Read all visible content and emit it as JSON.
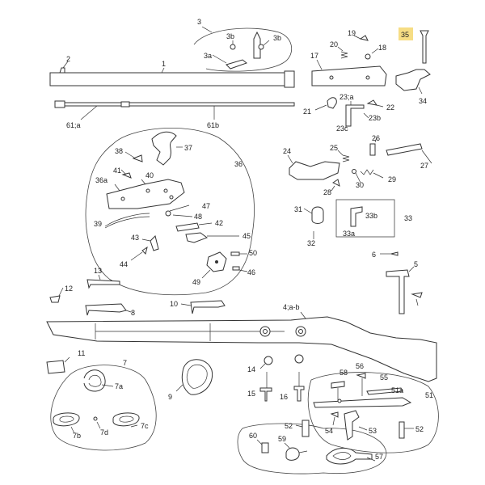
{
  "highlight_color": "#f5d76e",
  "labels": {
    "l1": "1",
    "l2": "2",
    "l3": "3",
    "l3b1": "3b",
    "l3b2": "3b",
    "l3a": "3a",
    "l4": "4;a-b",
    "l5": "5",
    "l6": "6",
    "l7": "7",
    "l7a": "7a",
    "l7b": "7b",
    "l7c": "7c",
    "l7d": "7d",
    "l8": "8",
    "l9": "9",
    "l10": "10",
    "l11": "11",
    "l12": "12",
    "l13": "13",
    "l14": "14",
    "l15": "15",
    "l16": "16",
    "l17": "17",
    "l18": "18",
    "l19": "19",
    "l20": "20",
    "l21": "21",
    "l22": "22",
    "l23a": "23;a",
    "l23b": "23b",
    "l23c": "23c",
    "l24": "24",
    "l25": "25",
    "l26": "26",
    "l27": "27",
    "l28": "28",
    "l29": "29",
    "l30": "30",
    "l31": "31",
    "l32": "32",
    "l33": "33",
    "l33a": "33a",
    "l33b": "33b",
    "l34": "34",
    "l35": "35",
    "l36": "36",
    "l36a": "36a",
    "l37": "37",
    "l38": "38",
    "l39": "39",
    "l40": "40",
    "l41": "41",
    "l42": "42",
    "l43": "43",
    "l44": "44",
    "l45": "45",
    "l46": "46",
    "l47": "47",
    "l48": "48",
    "l49": "49",
    "l50": "50",
    "l51": "51",
    "l51a": "51a",
    "l52a": "52",
    "l52b": "52",
    "l53": "53",
    "l54": "54",
    "l55": "55",
    "l56": "56",
    "l57": "57",
    "l58": "58",
    "l59": "59",
    "l60": "60",
    "l61a": "61;a",
    "l61b": "61b"
  }
}
